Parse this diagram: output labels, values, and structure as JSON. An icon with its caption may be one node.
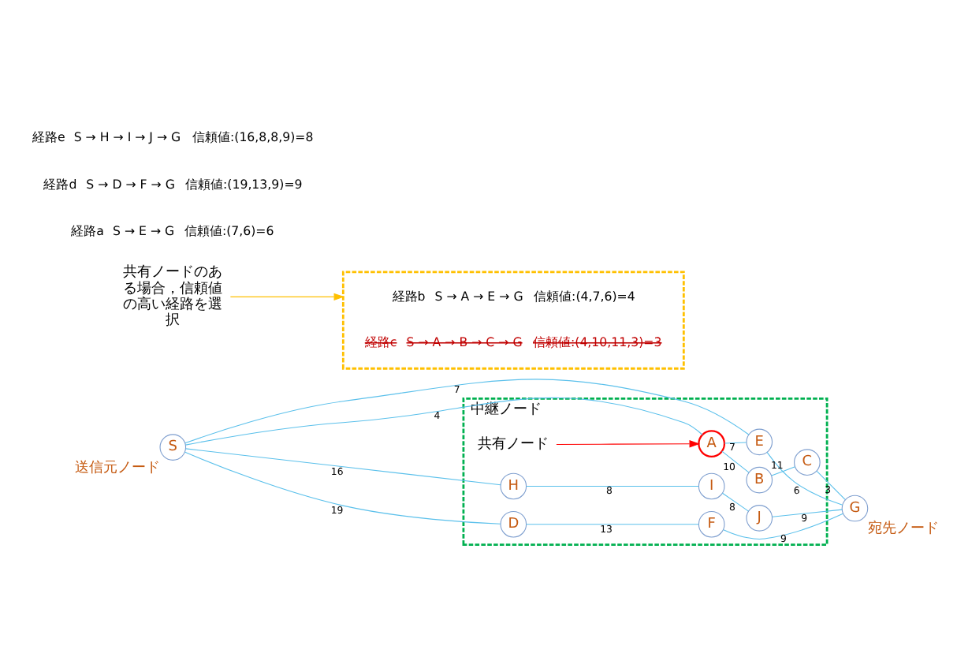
{
  "diagram": {
    "nodes": [
      {
        "text": [
          "中継ノード"
        ]
      },
      {
        "text": [
          "S"
        ],
        "beside": [
          "送信元ノード"
        ]
      },
      {
        "text": [
          "E"
        ],
        "in": 0
      },
      {
        "text": [
          "A"
        ],
        "in": 0
      },
      {
        "text": [
          "B"
        ],
        "in": 0
      },
      {
        "text": [
          "C"
        ],
        "in": 0
      },
      {
        "text": [
          "G"
        ],
        "beside": [
          "宛先ノード"
        ]
      },
      {
        "text": [
          "共有ノード"
        ],
        "in": 0
      },
      {
        "text": [
          "D"
        ],
        "in": 0
      },
      {
        "text": [
          "F"
        ],
        "in": 0
      },
      {
        "text": [
          "H"
        ],
        "in": 0
      },
      {
        "text": [
          "J"
        ],
        "in": 0
      },
      {
        "text": [
          "I"
        ],
        "in": 0
      },
      {
        "text": [
          "共有ノードのある場合，信頼値の高い経路を選択"
        ]
      },
      {
        "text": [],
        "shape": "box"
      },
      {
        "text": [
          "経路b",
          "S → A → E → G",
          "信頼値:(4,7,6)=4"
        ],
        "in": 14
      },
      {
        "text": [
          "経路c",
          "S → A → B → C → G",
          "信頼値:(4,10,11,3)=3"
        ],
        "in": 14
      }
    ],
    "edges": [
      {
        "from": 3,
        "to": 2,
        "arrow": "none",
        "label": "7"
      },
      {
        "from": 1,
        "to": 3,
        "arrow": "none",
        "label": "4"
      },
      {
        "from": 1,
        "to": 8,
        "arrow": "none",
        "label": "19"
      },
      {
        "from": 1,
        "to": 10,
        "arrow": "none",
        "label": "16"
      },
      {
        "from": 1,
        "to": 2,
        "arrow": "none",
        "label": "7"
      },
      {
        "from": 3,
        "to": 4,
        "arrow": "none",
        "label": "10"
      },
      {
        "from": 4,
        "to": 5,
        "arrow": "none",
        "label": "11"
      },
      {
        "from": 5,
        "to": 6,
        "arrow": "none",
        "label": "3"
      },
      {
        "from": 2,
        "to": 6,
        "arrow": "none",
        "label": "6"
      },
      {
        "from": 8,
        "to": 9,
        "arrow": "none",
        "label": "13"
      },
      {
        "from": 9,
        "to": 6,
        "arrow": "none",
        "label": "9"
      },
      {
        "from": 10,
        "to": 12,
        "arrow": "none",
        "label": "8"
      },
      {
        "from": 12,
        "to": 11,
        "arrow": "none",
        "label": "8"
      },
      {
        "from": 11,
        "to": 6,
        "arrow": "none",
        "label": "9"
      },
      {
        "from": 7,
        "to": 3,
        "arrow": "to",
        "color": "#ff0000"
      },
      {
        "from": 13,
        "to": 14,
        "arrow": "to",
        "color": "#ffc000"
      }
    ],
    "labels": [
      "経路a",
      "S → E → G",
      "信頼値:(7,6)=6",
      "経路d",
      "S → D → F → G",
      "信頼値:(19,13,9)=9",
      "経路e",
      "S → H → I → J → G",
      "信頼値:(16,8,8,9)=8"
    ]
  }
}
